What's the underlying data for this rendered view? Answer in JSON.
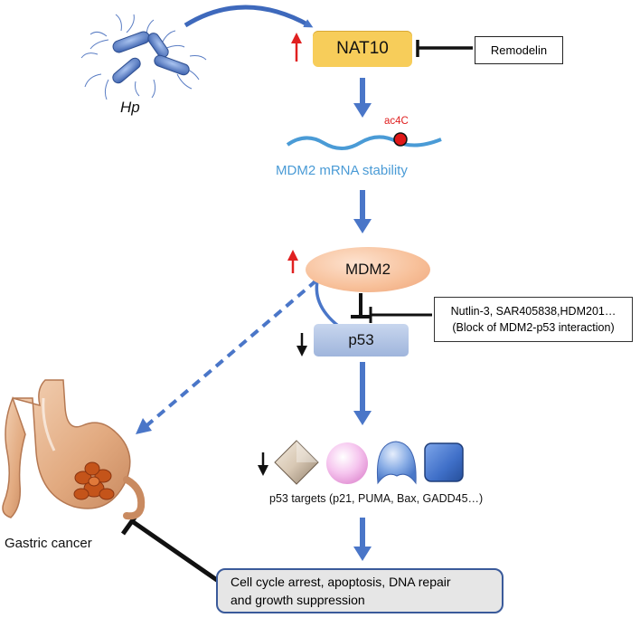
{
  "hp_label": "Hp",
  "nat10_label": "NAT10",
  "remodelin_label": "Remodelin",
  "ac4c_label": "ac4C",
  "mrna_label": "MDM2 mRNA stability",
  "mdm2_label": "MDM2",
  "p53_label": "p53",
  "nutlin": {
    "line1": "Nutlin-3, SAR405838,HDM201…",
    "line2": "(Block of MDM2-p53 interaction)"
  },
  "targets_label": "p53 targets (p21, PUMA, Bax, GADD45…)",
  "outcome": {
    "line1": "Cell cycle arrest, apoptosis, DNA repair",
    "line2": "and growth suppression"
  },
  "gastric_label": "Gastric cancer",
  "colors": {
    "flow_arrow": "#4a76c8",
    "nat10_fill": "#f7cd5a",
    "up_arrow": "#e02020",
    "mrna_text": "#4a9bd6",
    "inhibition": "#111111"
  }
}
